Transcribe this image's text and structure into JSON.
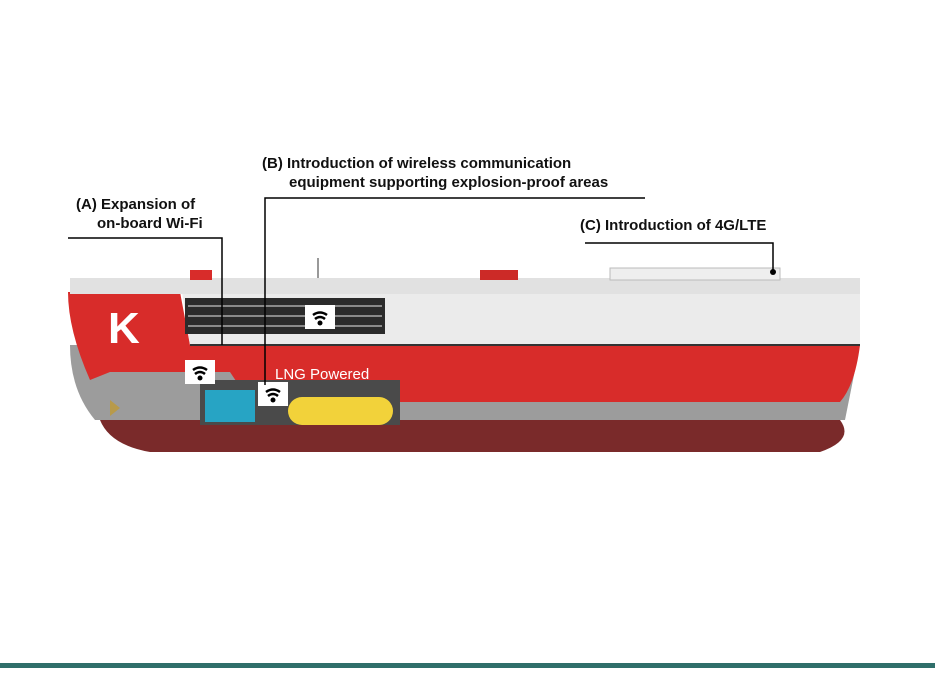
{
  "callouts": {
    "a": {
      "letter": "(A)",
      "line1": "Expansion of",
      "line2": "on-board Wi-Fi"
    },
    "b": {
      "letter": "(B)",
      "line1": "Introduction of wireless communication",
      "line2": "equipment supporting explosion-proof areas"
    },
    "c": {
      "text": "(C) Introduction of 4G/LTE"
    }
  },
  "ship": {
    "logo_letter": "K",
    "hull_text": "LNG Powered",
    "colors": {
      "hull_red": "#d82c2a",
      "hull_grey": "#9c9c9c",
      "bottom": "#7a2a2a",
      "superstructure": "#e9e9e9",
      "tank": "#f2d23a",
      "engine": "#27a4c4"
    }
  },
  "icons": [
    "wifi-icon",
    "wifi-icon",
    "wifi-icon"
  ]
}
